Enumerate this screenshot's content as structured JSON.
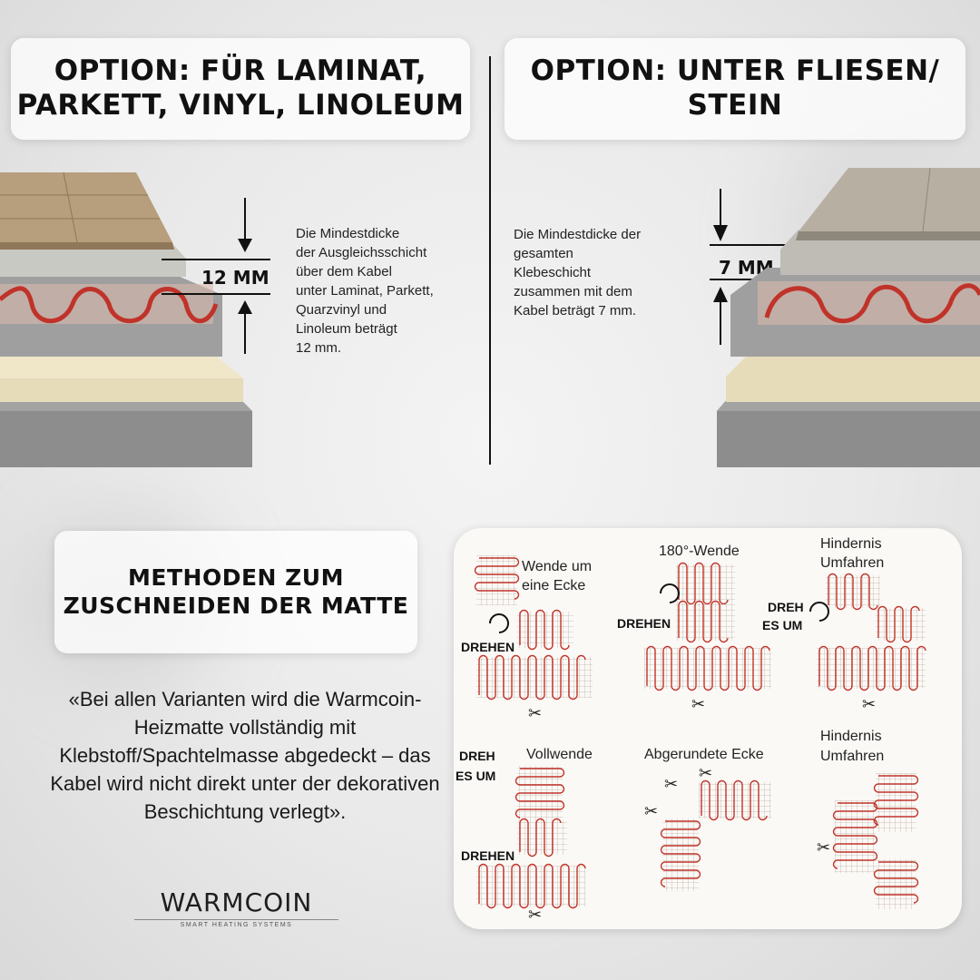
{
  "top_left": {
    "title": "OPTION: FÜR LAMINAT,\nPARKETT, VINYL, LINOLEUM",
    "measurement": "12 MM",
    "description": "Die Mindestdicke\nder Ausgleichsschicht\nüber dem Kabel\nunter Laminat, Parkett,\nQuarzvinyl und\nLinoleum beträgt\n12 mm."
  },
  "top_right": {
    "title": "OPTION: UNTER FLIESEN/\nSTEIN",
    "measurement": "7 MM",
    "description": "Die Mindestdicke der\ngesamten\nKlebeschicht\nzusammen mit dem\nKabel beträgt 7 mm."
  },
  "methods": {
    "title": "METHODEN ZUM\nZUSCHNEIDEN DER MATTE",
    "quote": "«Bei allen Varianten wird die Warmcoin-Heizmatte vollständig mit Klebstoff/Spachtelmasse abgedeckt – das Kabel wird nicht direkt unter der dekorativen Beschichtung verlegt».",
    "diagrams": {
      "corner_turn": "Wende um\neine Ecke",
      "turn_180": "180°-Wende",
      "obstacle_1": "Hindernis\nUmfahren",
      "full_turn": "Vollwende",
      "rounded_corner": "Abgerundete Ecke",
      "obstacle_2": "Hindernis\nUmfahren",
      "drehen": "DREHEN",
      "dreh_es_um": "DREH\nES UM"
    }
  },
  "logo": {
    "name": "WARMCOIN",
    "tagline": "SMART HEATING SYSTEMS"
  },
  "colors": {
    "cable": "#c0332a",
    "mesh": "#b8a8a0",
    "screed": "#9e9e9e",
    "insulation": "#e8dfc0",
    "concrete": "#8a8a8a",
    "wood": "#b79e7c",
    "tile": "#b7afa2"
  }
}
